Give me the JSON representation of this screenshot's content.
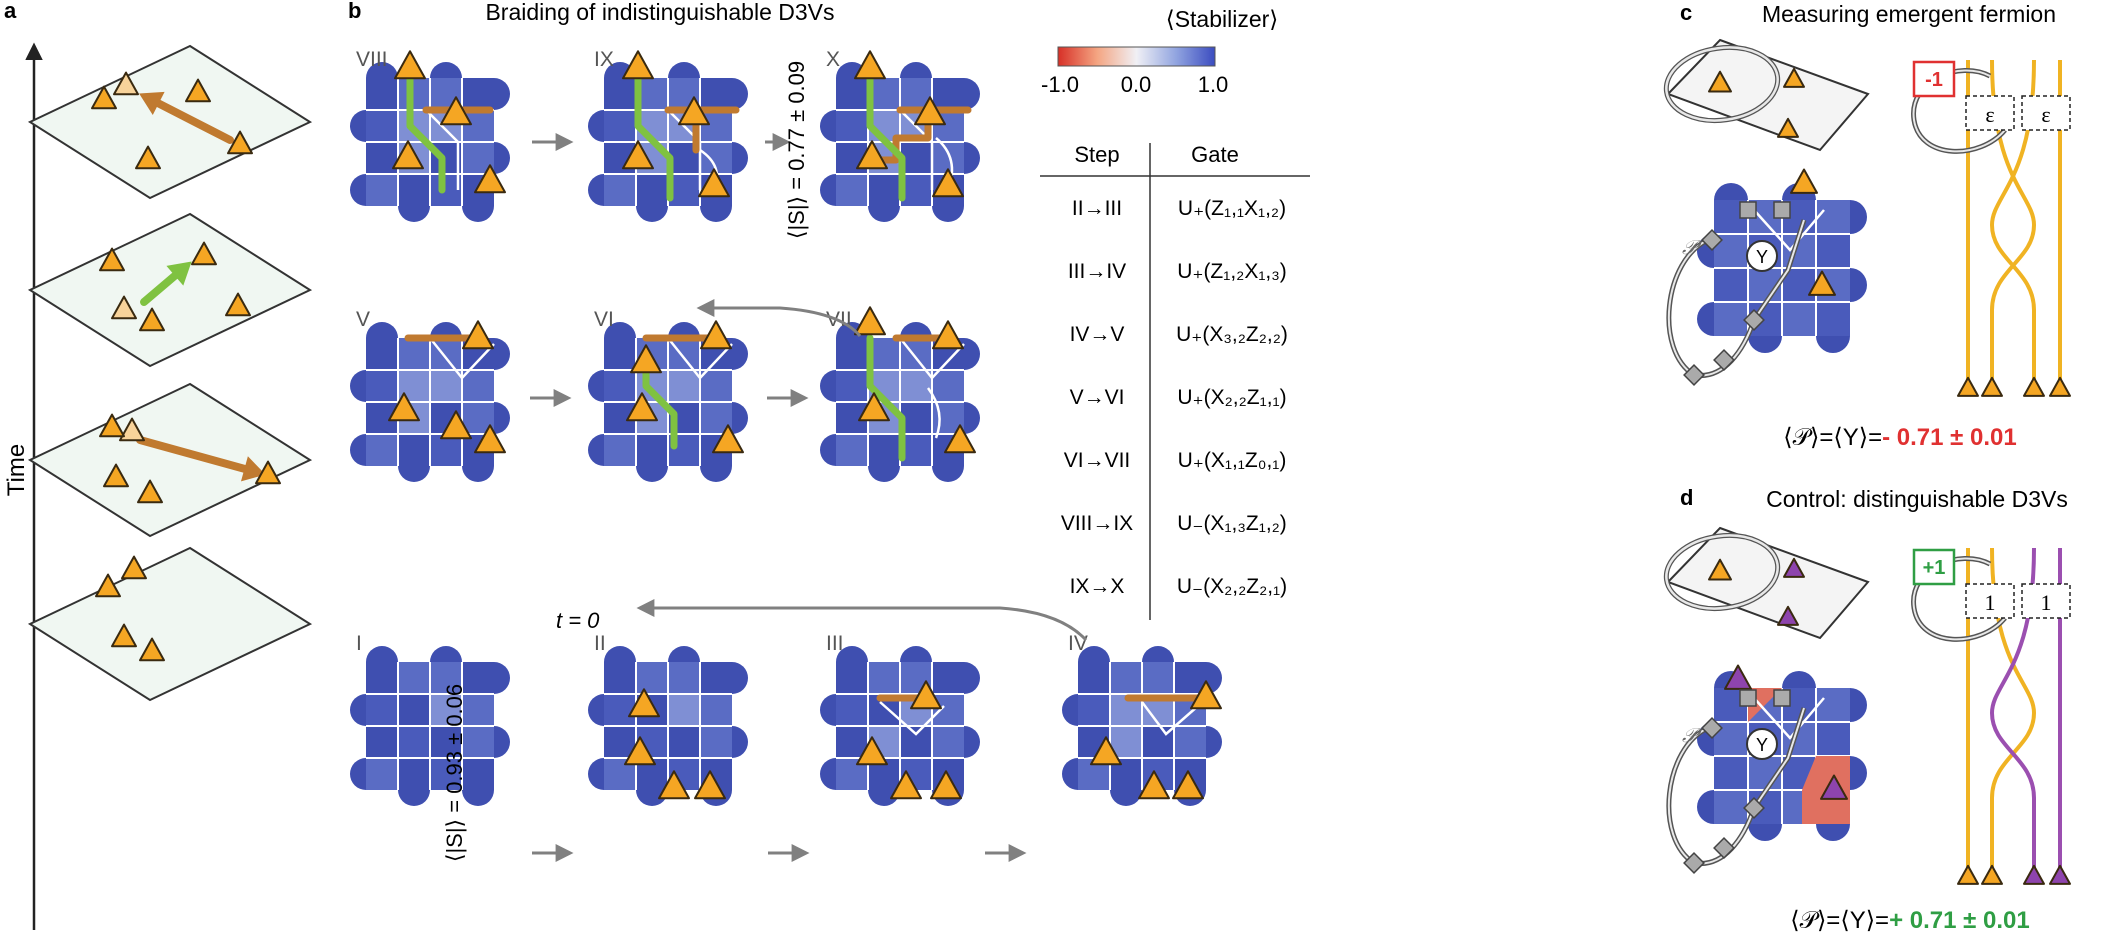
{
  "panels": {
    "a": {
      "letter": "a",
      "axis_label": "Time"
    },
    "b": {
      "letter": "b",
      "title": "Braiding of indistinguishable D3Vs",
      "t0_label": "t = 0",
      "si_top": "⟨|S|⟩ = 0.77 ± 0.09",
      "si_bottom": "⟨|S|⟩ = 0.93 ± 0.06",
      "frame_labels": [
        "I",
        "II",
        "III",
        "IV",
        "V",
        "VI",
        "VII",
        "VIII",
        "IX",
        "X"
      ]
    },
    "c": {
      "letter": "c",
      "title": "Measuring emergent fermion",
      "badge": "-1",
      "badge_color": "#e03131",
      "box_label": "ε",
      "p_symbol": "𝒫",
      "y_symbol": "Y",
      "result_prefix": "⟨𝒫⟩=⟨Y⟩=",
      "result_value": "- 0.71 ± 0.01",
      "result_color": "#e03131"
    },
    "d": {
      "letter": "d",
      "title": "Control: distinguishable D3Vs",
      "badge": "+1",
      "badge_color": "#2f9e44",
      "box_label": "1",
      "p_symbol": "𝒫",
      "y_symbol": "Y",
      "result_prefix": "⟨𝒫⟩=⟨Y⟩=",
      "result_value": "+ 0.71 ± 0.01",
      "result_color": "#2f9e44"
    }
  },
  "colorbar": {
    "title": "⟨Stabilizer⟩",
    "ticks": [
      "-1.0",
      "0.0",
      "1.0"
    ],
    "colors": [
      "#d73027",
      "#f7f7f7",
      "#3b4cc0"
    ]
  },
  "gate_table": {
    "headers": [
      "Step",
      "Gate"
    ],
    "rows": [
      {
        "step": "II→III",
        "gate": "U₊(Z₁,₁X₁,₂)"
      },
      {
        "step": "III→IV",
        "gate": "U₊(Z₁,₂X₁,₃)"
      },
      {
        "step": "IV→V",
        "gate": "U₊(X₃,₂Z₂,₂)"
      },
      {
        "step": "V→VI",
        "gate": "U₊(X₂,₂Z₁,₁)"
      },
      {
        "step": "VI→VII",
        "gate": "U₊(X₁,₁Z₀,₁)"
      },
      {
        "step": "VIII→IX",
        "gate": "U₋(X₁,₃Z₁,₂)"
      },
      {
        "step": "IX→X",
        "gate": "U₋(X₂,₂Z₂,₁)"
      }
    ]
  },
  "colors": {
    "anyon": "#f5a623",
    "anyon_faded": "#f8d39a",
    "anyon_purple": "#8e44ad",
    "string_brown": "#c07a30",
    "string_green": "#7fc241",
    "worldline_gold": "#f0b323",
    "worldline_purple": "#9b4fb0",
    "tile_dark": "#3f4fb0",
    "tile_mid": "#5a6cc4",
    "tile_light": "#7f8fd4",
    "arrow_gray": "#808080"
  }
}
